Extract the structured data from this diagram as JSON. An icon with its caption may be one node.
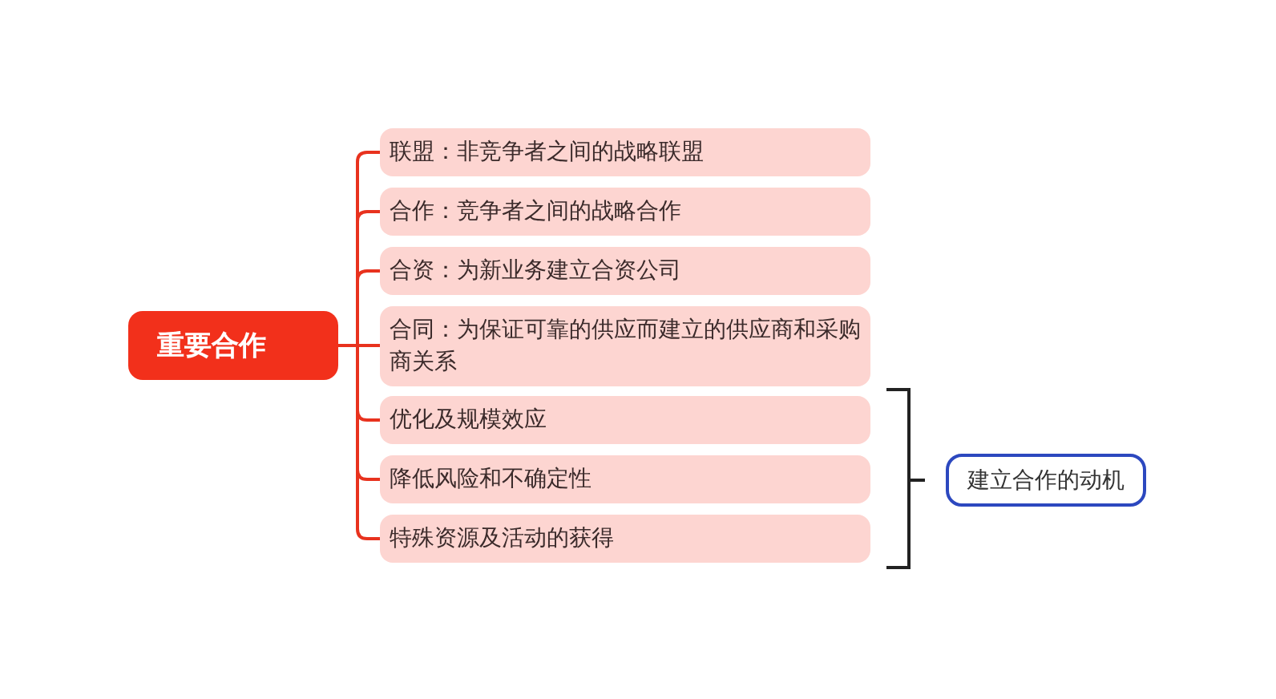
{
  "diagram": {
    "nodes": [
      {
        "text": [
          "重要合作"
        ]
      },
      {
        "text": [
          "联盟：非竞争者之间的战略联盟"
        ]
      },
      {
        "text": [
          "合作：竞争者之间的战略合作"
        ]
      },
      {
        "text": [
          "合资：为新业务建立合资公司"
        ]
      },
      {
        "text": [
          "合同：为保证可靠的供应而建立的供应商和采购商关系"
        ]
      },
      {
        "text": [
          "优化及规模效应"
        ]
      },
      {
        "text": [
          "降低风险和不确定性"
        ]
      },
      {
        "text": [
          "特殊资源及活动的获得"
        ]
      },
      {
        "text": [
          "建立合作的动机"
        ]
      }
    ],
    "edges": [
      {
        "from": 0,
        "to": 1,
        "arrow": "none"
      },
      {
        "from": 0,
        "to": 2,
        "arrow": "none"
      },
      {
        "from": 0,
        "to": 3,
        "arrow": "none"
      },
      {
        "from": 0,
        "to": 4,
        "arrow": "none"
      },
      {
        "from": 0,
        "to": 5,
        "arrow": "none"
      },
      {
        "from": 0,
        "to": 6,
        "arrow": "none"
      },
      {
        "from": 0,
        "to": 7,
        "arrow": "none"
      }
    ]
  }
}
